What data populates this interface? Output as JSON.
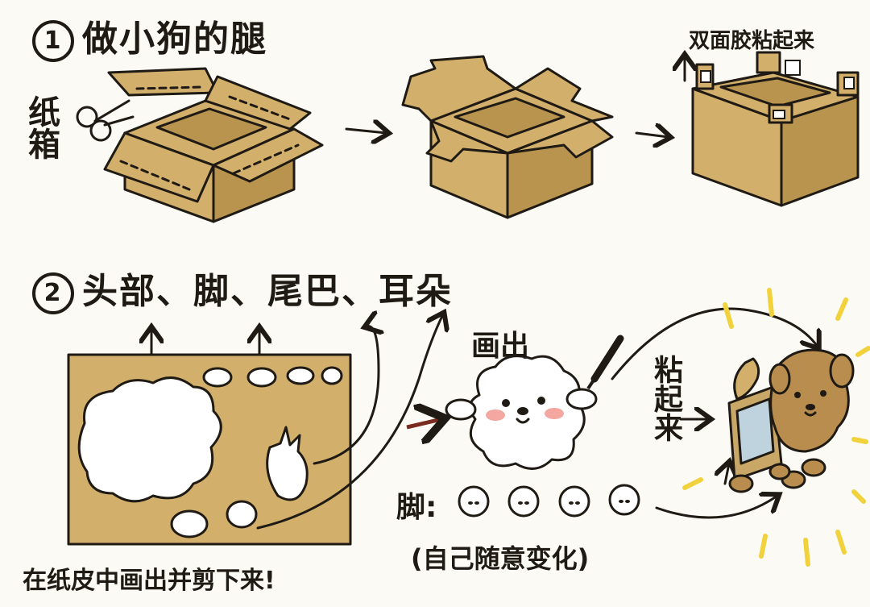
{
  "step1": {
    "number": "1",
    "title": "做小狗的腿",
    "label_box": "纸箱",
    "label_tape": "双面胶粘起来"
  },
  "step2": {
    "number": "2",
    "title": "头部、脚、尾巴、耳朵",
    "label_draw": "画出",
    "label_feet": "脚:",
    "label_vary": "(自己随意变化)",
    "label_glue": "粘起来",
    "label_cut": "在纸皮中画出并剪下来!"
  },
  "colors": {
    "cardboard": "#d2b06c",
    "cardboard_dark": "#b8944f",
    "ink": "#1f1a14",
    "burst": "#f2d23c",
    "blush": "#f4a7a0",
    "dog_brown": "#b98d4e"
  }
}
